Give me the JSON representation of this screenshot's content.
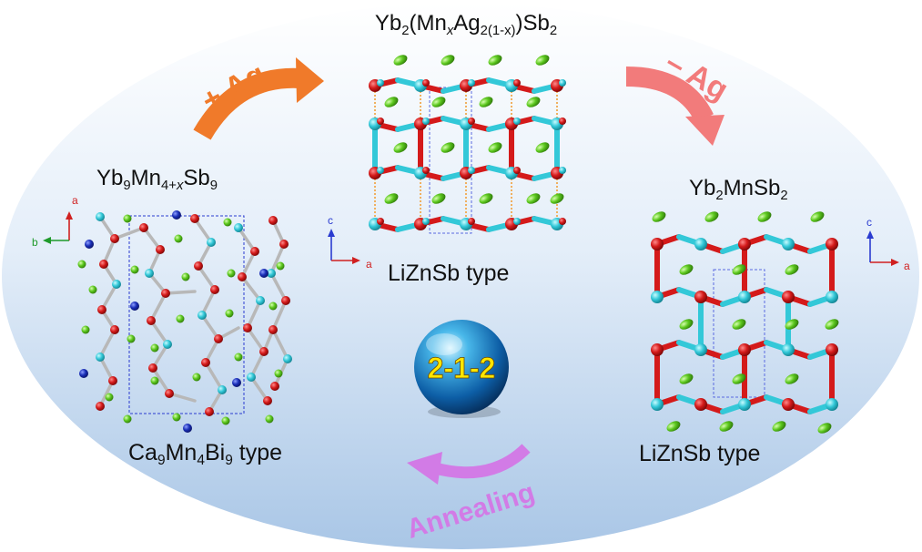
{
  "formulas": {
    "top": {
      "base": "Yb",
      "s1": "2",
      "mid1": "(Mn",
      "s2": "x",
      "mid2": "Ag",
      "s3": "2(1-x)",
      "mid3": ")Sb",
      "s4": "2"
    },
    "left": {
      "base": "Yb",
      "s1": "9",
      "mid1": "Mn",
      "s2": "4+",
      "s2b": "x",
      "mid2": "Sb",
      "s3": "9"
    },
    "right": {
      "base": "Yb",
      "s1": "2",
      "mid1": "MnSb",
      "s2": "2"
    }
  },
  "types": {
    "center": "LiZnSb type",
    "right": "LiZnSb type",
    "left_base": "Ca",
    "left_s1": "9",
    "left_mid1": "Mn",
    "left_s2": "4",
    "left_mid2": "Bi",
    "left_s3": "9",
    "left_tail": " type"
  },
  "arrows": {
    "plus_ag": "+ Ag",
    "minus_ag": "– Ag",
    "annealing": "Annealing"
  },
  "sphere_label": "2-1-2",
  "axes": {
    "left": [
      "a",
      "b"
    ],
    "center": [
      "c",
      "a"
    ],
    "right": [
      "c",
      "a"
    ]
  },
  "colors": {
    "plus_ag": "#f07a2a",
    "minus_ag": "#f27b7b",
    "annealing": "#d27be6",
    "atom_red": "#c81414",
    "atom_cyan": "#33c8d8",
    "atom_green": "#5cc81e",
    "atom_blue": "#1a2fb8",
    "sphere_text": "#ffe600"
  }
}
